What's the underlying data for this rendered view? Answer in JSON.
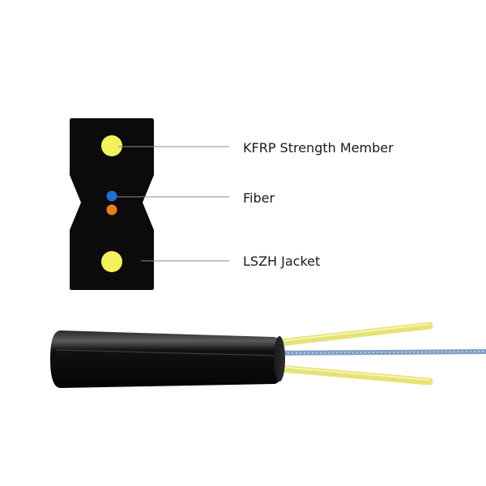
{
  "labels": {
    "strength_member": "KFRP Strength Member",
    "fiber": "Fiber",
    "jacket": "LSZH Jacket"
  },
  "colors": {
    "jacket": "#0b0b0b",
    "strength_member": "#f2f25a",
    "fiber_blue": "#1f6fd6",
    "fiber_orange": "#f07d18",
    "leader_line": "#8c8c8c",
    "yellow_strand": "#e6e27a",
    "blue_strand": "#7f9fc6"
  }
}
